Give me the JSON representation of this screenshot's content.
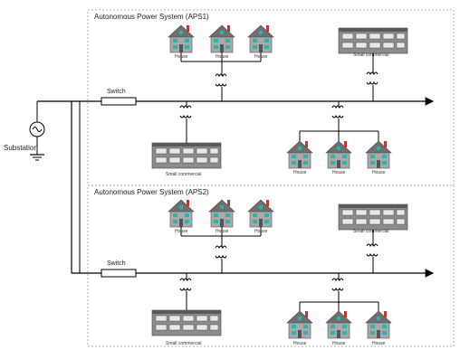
{
  "diagram": {
    "substation_label": "Substation",
    "systems": [
      {
        "title": "Autonomous Power System (APS1)",
        "switch_label": "Switch",
        "top_houses": [
          "House",
          "House",
          "House"
        ],
        "top_commercial": "Small commercial",
        "bottom_commercial": "Small commercial",
        "bottom_houses": [
          "House",
          "House",
          "House"
        ]
      },
      {
        "title": "Autonomous Power System (APS2)",
        "switch_label": "Switch",
        "top_houses": [
          "House",
          "House",
          "House"
        ],
        "top_commercial": "Small commercial",
        "bottom_commercial": "Small commercial",
        "bottom_houses": [
          "House",
          "House",
          "House"
        ]
      }
    ],
    "colors": {
      "line": "#000000",
      "house_body": "#a9a9a9",
      "house_window": "#2db3ad",
      "chimney": "#c0392b",
      "building": "#8c8c8c",
      "dashed_box": "#9a9a9a"
    }
  }
}
